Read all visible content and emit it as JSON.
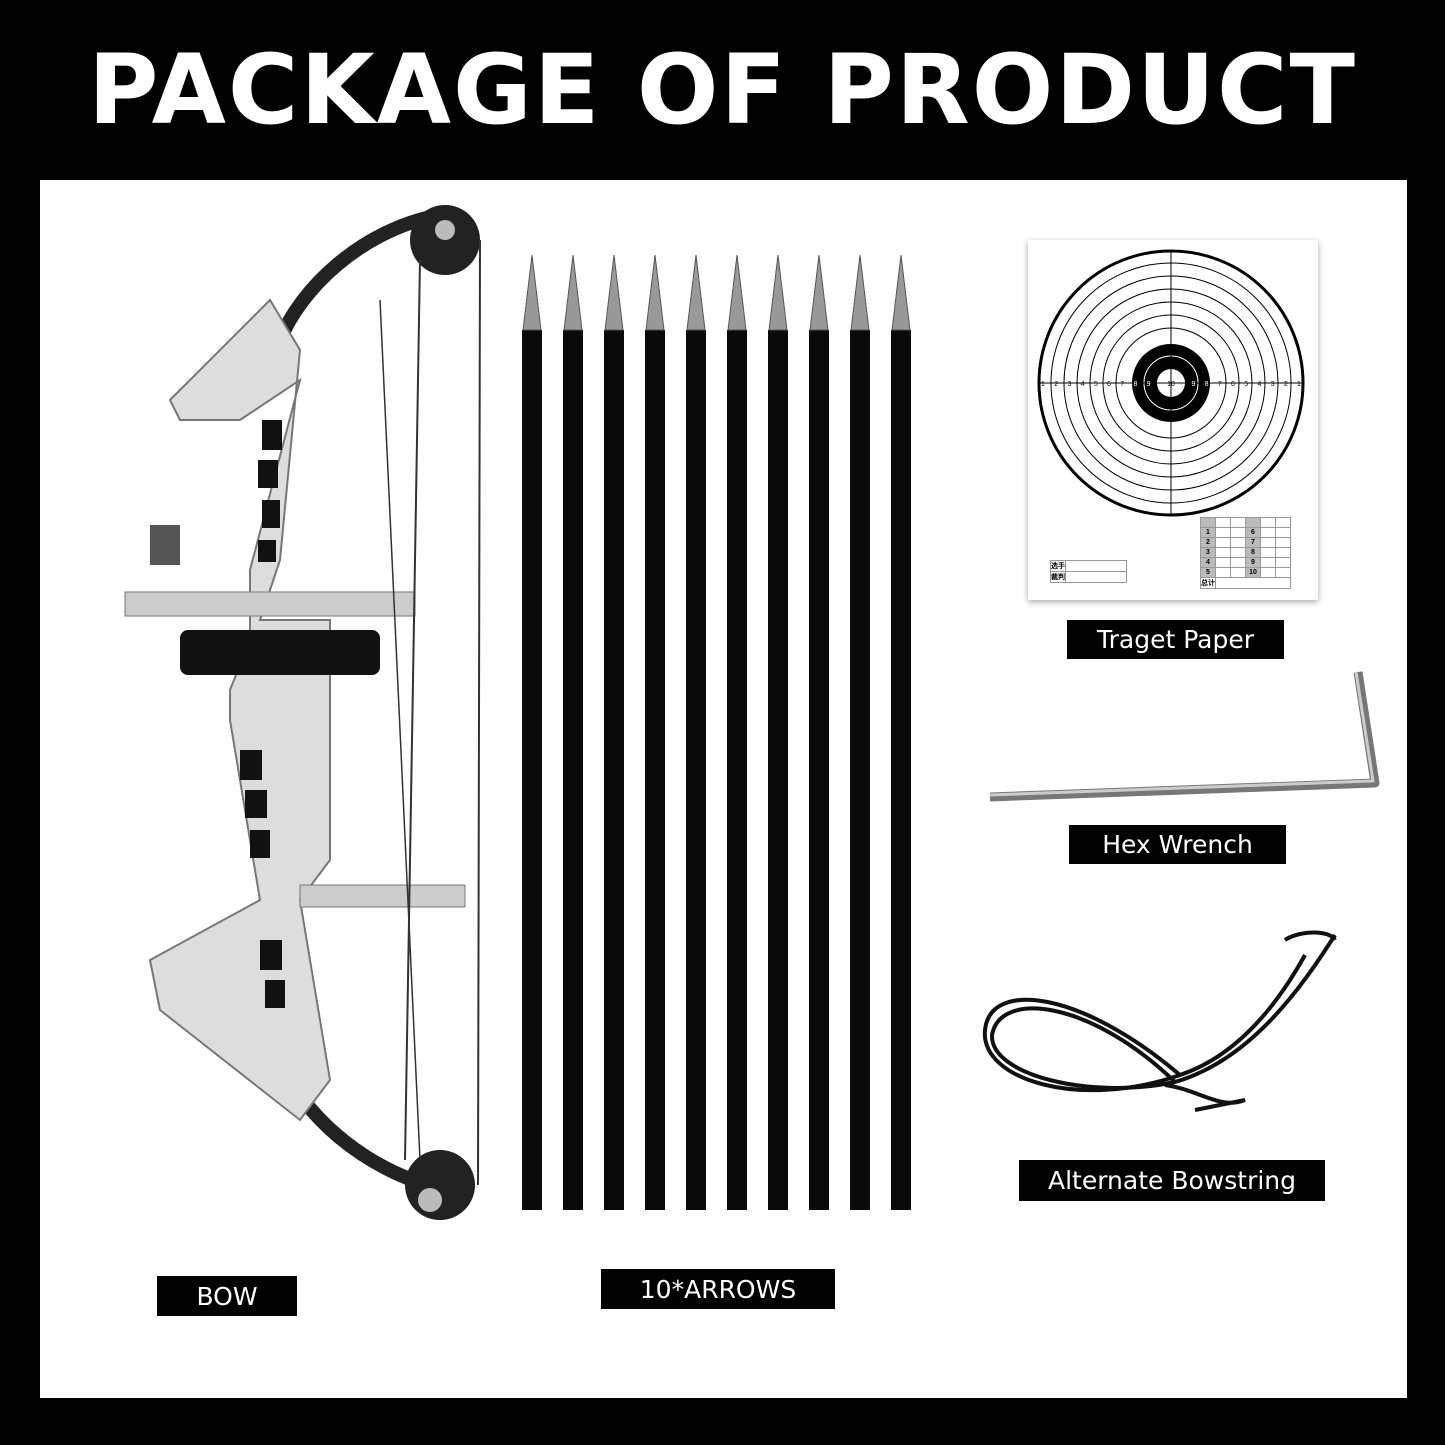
{
  "title": "PACKAGE OF PRODUCT",
  "labels": {
    "bow": "BOW",
    "arrows": "10*ARROWS",
    "target": "Traget Paper",
    "wrench": "Hex Wrench",
    "bowstring": "Alternate Bowstring"
  },
  "target_paper": {
    "ring_numbers": [
      "1",
      "2",
      "3",
      "4",
      "5",
      "6",
      "7",
      "8",
      "9",
      "10"
    ],
    "player_label": "选手",
    "referee_label": "裁判",
    "total_label": "总计",
    "table_rows": [
      [
        "1",
        "6"
      ],
      [
        "2",
        "7"
      ],
      [
        "3",
        "8"
      ],
      [
        "4",
        "9"
      ],
      [
        "5",
        "10"
      ]
    ]
  },
  "arrow_count": 10
}
